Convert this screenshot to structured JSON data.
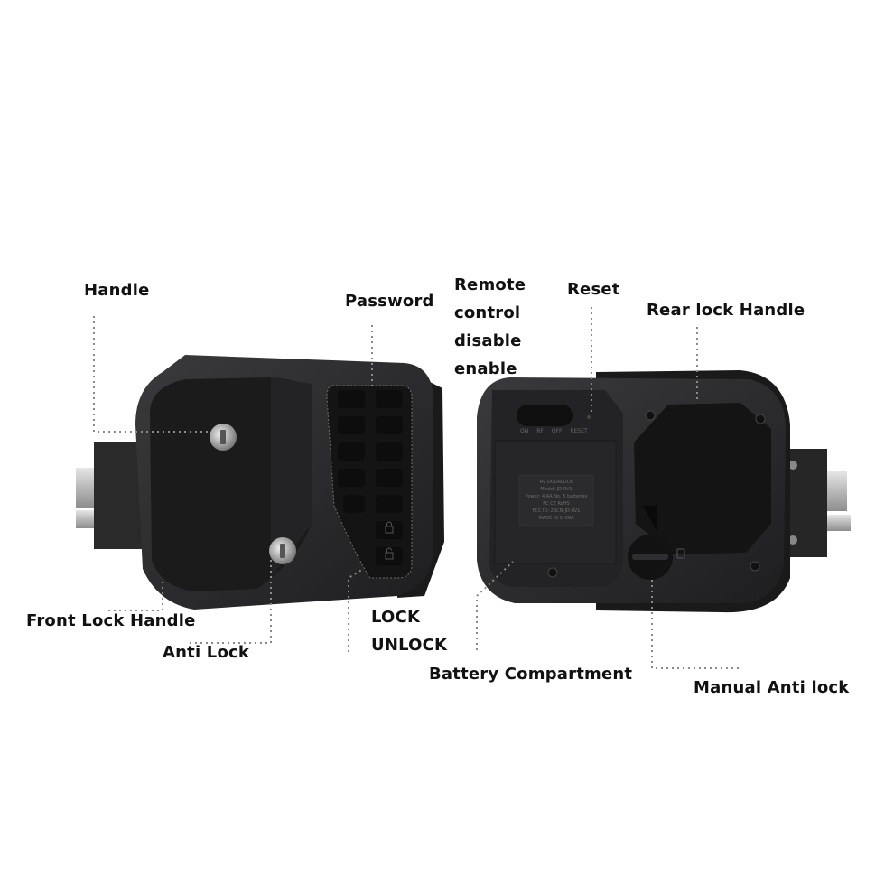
{
  "labels": {
    "handle": "Handle",
    "password": "Password",
    "remote": [
      "Remote",
      "control",
      "disable",
      "enable"
    ],
    "reset": "Reset",
    "rear_lock_handle": "Rear lock Handle",
    "front_lock_handle": "Front Lock Handle",
    "anti_lock": "Anti Lock",
    "lock_unlock": [
      "LOCK",
      "UNLOCK"
    ],
    "battery_compartment": "Battery Compartment",
    "manual_anti_lock": "Manual Anti lock"
  },
  "switch_labels": [
    "ON",
    "RF",
    "OFF",
    "RESET"
  ],
  "sticker": [
    "RV DOORLOCK",
    "Model: JD-RV1",
    "Power: 4 AA No. 5 batteries",
    "FC CE RoHS",
    "FCC ID: 2BCN-JD-RV1",
    "MADE IN CHINA"
  ],
  "colors": {
    "body": "#2c2c2e",
    "panel": "#1c1c1e",
    "key": "#121212",
    "metal": "#c9c9c9",
    "leader": "#8a8a8a"
  }
}
